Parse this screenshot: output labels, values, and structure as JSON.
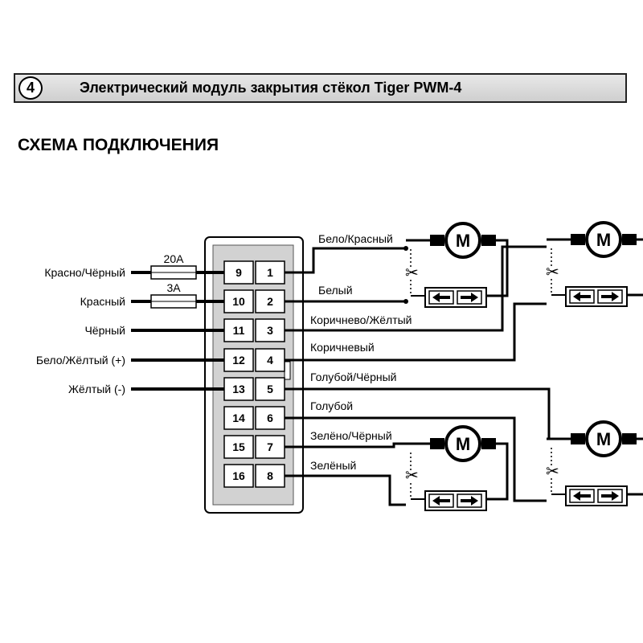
{
  "header": {
    "badge": "4",
    "title": "Электрический модуль закрытия стёкол Tiger PWM-4"
  },
  "section_title": "СХЕМА ПОДКЛЮЧЕНИЯ",
  "connector_pins": {
    "left": [
      "9",
      "10",
      "11",
      "12",
      "13",
      "14",
      "15",
      "16"
    ],
    "right": [
      "1",
      "2",
      "3",
      "4",
      "5",
      "6",
      "7",
      "8"
    ]
  },
  "left_wires": {
    "red_black": "Красно/Чёрный",
    "red": "Красный",
    "black": "Чёрный",
    "white_yellow": "Бело/Жёлтый (+)",
    "yellow": "Жёлтый (-)"
  },
  "fuses": {
    "f1": "20A",
    "f2": "3A"
  },
  "right_wires": {
    "w1": "Бело/Красный",
    "w2": "Белый",
    "w3": "Коричнево/Жёлтый",
    "w4": "Коричневый",
    "w5": "Голубой/Чёрный",
    "w6": "Голубой",
    "w7": "Зелёно/Чёрный",
    "w8": "Зелёный"
  },
  "motor_label": "M",
  "icons": {
    "motor": "motor-icon",
    "switch": "scissors-icon",
    "button": "up-down-arrows-icon"
  }
}
